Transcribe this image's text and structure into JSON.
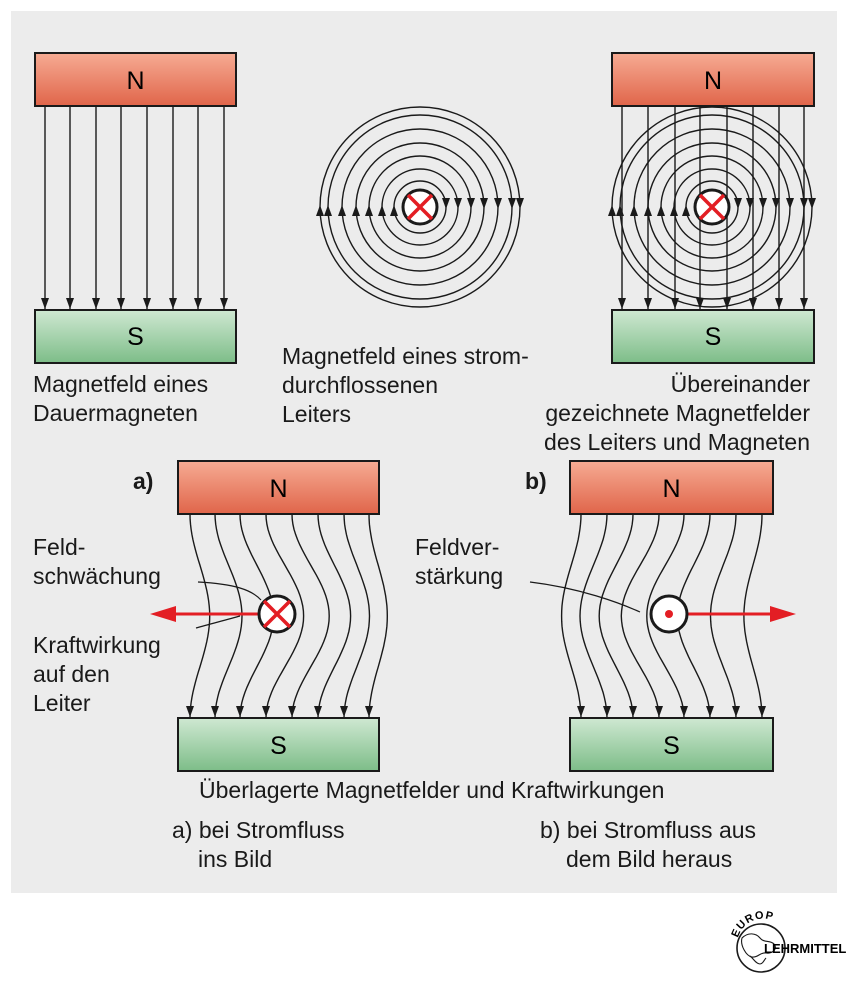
{
  "magnets": {
    "n_label": "N",
    "s_label": "S"
  },
  "captions": {
    "permanent_magnet": [
      "Magnetfeld eines",
      "Dauermagneten"
    ],
    "conductor_field": [
      "Magnetfeld eines strom-",
      "durchflossenen",
      "Leiters"
    ],
    "superimposed": [
      "Übereinander",
      "gezeichnete Magnetfelder",
      "des Leiters und Magneten"
    ]
  },
  "bottom": {
    "label_a": "a)",
    "label_b": "b)",
    "feldschwaechung": [
      "Feld-",
      "schwächung"
    ],
    "kraftwirkung": [
      "Kraftwirkung",
      "auf den",
      "Leiter"
    ],
    "feldverstaerkung": [
      "Feldver-",
      "stärkung"
    ],
    "title": "Überlagerte Magnetfelder und Kraftwirkungen",
    "sub_a": [
      "a) bei Stromfluss",
      "ins Bild"
    ],
    "sub_b": [
      "b) bei Stromfluss aus",
      "dem Bild heraus"
    ]
  },
  "logo": {
    "top_text": "EUROPA",
    "side_text": "LEHRMITTEL"
  },
  "colors": {
    "n_pole_top": "#f4a088",
    "n_pole_bottom": "#e2674a",
    "s_pole_top": "#c6e3c9",
    "s_pole_bottom": "#7fbf8a",
    "current_red": "#e31e24",
    "field_line": "#1a1a1a",
    "panel": "#ececec"
  }
}
